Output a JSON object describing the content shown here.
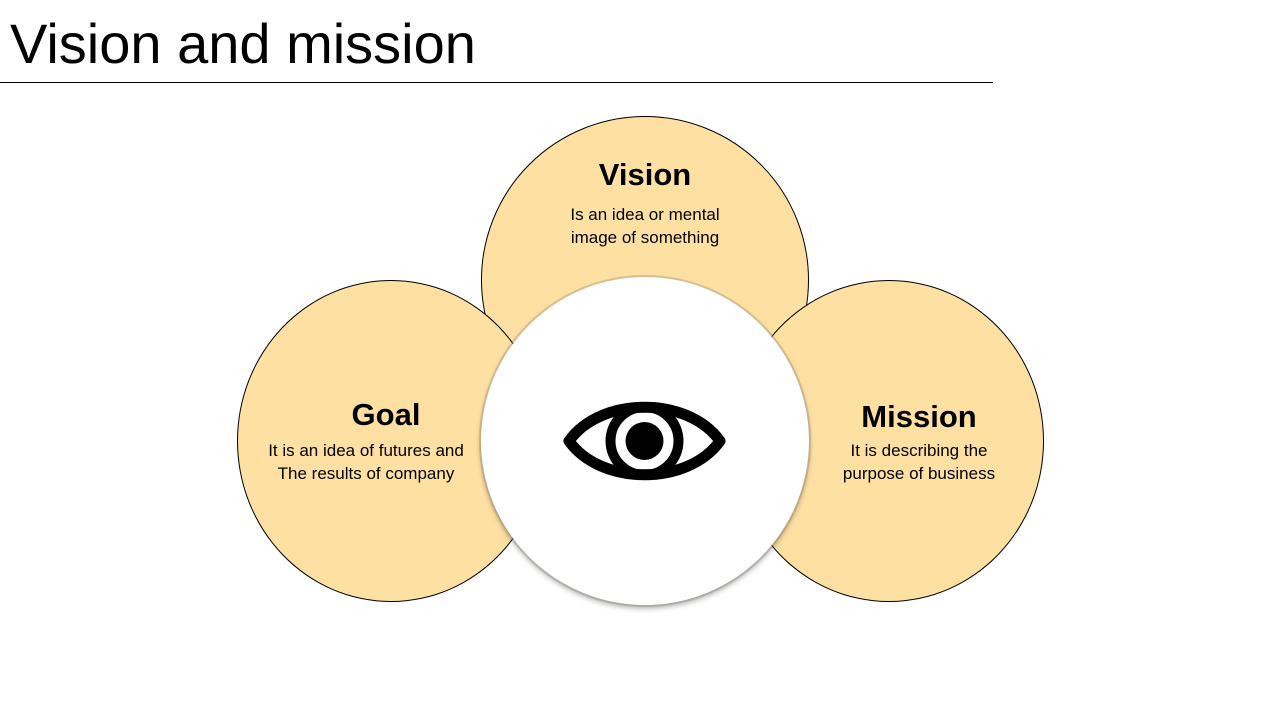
{
  "slide": {
    "title": "Vision and mission"
  },
  "colors": {
    "circle_fill": "#FFE0A3",
    "circle_stroke": "#000000",
    "center_fill": "#FFFFFF",
    "icon_color": "#000000"
  },
  "center_icon": "eye-icon",
  "circles": {
    "vision": {
      "heading": "Vision",
      "desc_lines": [
        "Is an idea or mental",
        "image of something"
      ]
    },
    "goal": {
      "heading": "Goal",
      "desc_lines": [
        "It is an idea of futures and",
        "The results of company"
      ]
    },
    "mission": {
      "heading": "Mission",
      "desc_lines": [
        "It is describing the",
        "purpose of business"
      ]
    }
  }
}
